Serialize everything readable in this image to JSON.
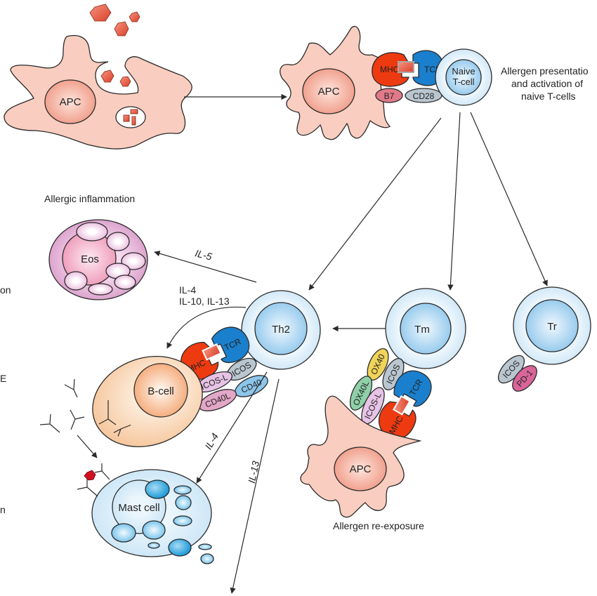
{
  "title": "Allergen presentation, T-cell differentiation and allergic inflammation",
  "colors": {
    "apc_fill": "#f9cdbf",
    "apc_nucleus": "#f0a08c",
    "allergen": "#e8533a",
    "mhc": "#ee3a10",
    "tcr": "#1a7fcc",
    "b7": "#e07a8a",
    "cd28": "#b9c6cf",
    "tcell_outer": "#d6ecf8",
    "tcell_inner": "#a9d5f0",
    "eos": "#e8b3d8",
    "bcell": "#f9d2ae",
    "mast": "#cfe8f6",
    "icos_l": "#e7c3e6",
    "cd40l": "#e3a7c8",
    "cd40": "#8cc6ea",
    "ox40": "#f0d45a",
    "ox40l": "#8fd0a8",
    "pd1": "#d9659a",
    "ige_allergen": "#d01020"
  },
  "cells": {
    "apc_top_left": "APC",
    "apc_top_center": "APC",
    "naive": [
      "Naive",
      "T-cell"
    ],
    "th2": "Th2",
    "tm": "Tm",
    "tr": "Tr",
    "eos": "Eos",
    "bcell": "B-cell",
    "mast": "Mast cell",
    "apc_bottom": "APC"
  },
  "molecules": {
    "mhc": "MHC",
    "tcr": "TCR",
    "b7": "B7",
    "cd28": "CD28",
    "icos": "ICOS",
    "icos_l": "ICOS-L",
    "cd40": "CD40",
    "cd40l": "CD40L",
    "ox40": "OX40",
    "ox40l": "OX40L",
    "pd1": "PD-1"
  },
  "labels": {
    "presentation": [
      "Allergen presentatio",
      "and activation of",
      "naive T-cells"
    ],
    "allergic_inflammation": "Allergic inflammation",
    "re_exposure": "Allergen re-exposure",
    "il5": "IL-5",
    "il4_il10_il13": [
      "IL-4",
      "IL-10, IL-13"
    ],
    "il4": "IL-4",
    "il13": "IL-13",
    "left_cut": [
      "on",
      "E",
      "n"
    ]
  }
}
